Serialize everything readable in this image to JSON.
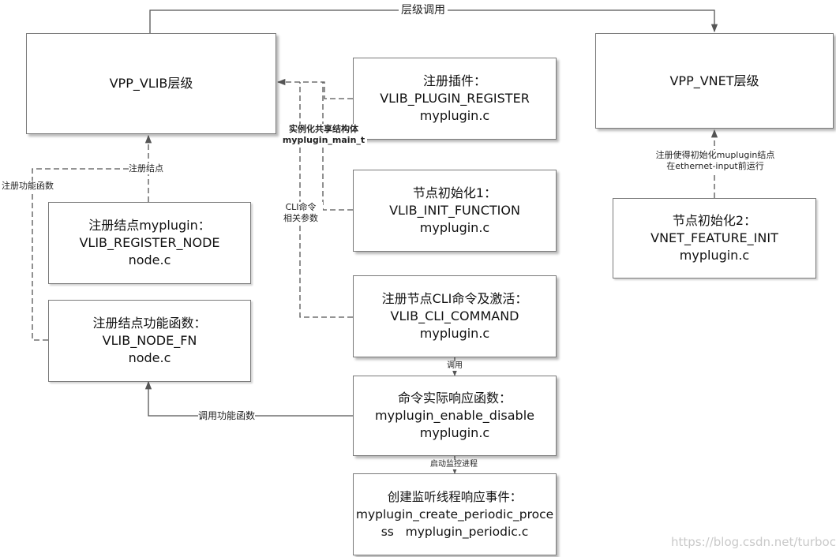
{
  "boxes": {
    "vlib_layer": {
      "lines": [
        "VPP_VLIB层级"
      ]
    },
    "vnet_layer": {
      "lines": [
        "VPP_VNET层级"
      ]
    },
    "register_plugin": {
      "lines": [
        "注册插件：",
        "VLIB_PLUGIN_REGISTER",
        "myplugin.c"
      ]
    },
    "node_init_1": {
      "lines": [
        "节点初始化1：",
        "VLIB_INIT_FUNCTION",
        "myplugin.c"
      ]
    },
    "register_node": {
      "lines": [
        "注册结点myplugin：",
        "VLIB_REGISTER_NODE",
        "node.c"
      ]
    },
    "node_function": {
      "lines": [
        "注册结点功能函数：",
        "VLIB_NODE_FN",
        "node.c"
      ]
    },
    "cli_command": {
      "lines": [
        "注册节点CLI命令及激活：",
        "VLIB_CLI_COMMAND",
        "myplugin.c"
      ]
    },
    "response_function": {
      "lines": [
        "命令实际响应函数：",
        "myplugin_enable_disable",
        "myplugin.c"
      ]
    },
    "periodic_process": {
      "lines": [
        "创建监听线程响应事件：",
        "myplugin_create_periodic_proce",
        "ss   myplugin_periodic.c"
      ]
    },
    "node_init_2": {
      "lines": [
        "节点初始化2：",
        "VNET_FEATURE_INIT",
        "myplugin.c"
      ]
    }
  },
  "labels": {
    "layer_call": "层级调用",
    "shared_struct_1": "实例化共享结构体",
    "shared_struct_2": "myplugin_main_t",
    "register_node_short": "注册结点",
    "register_function": "注册功能函数",
    "cli_params_1": "CLI命令",
    "cli_params_2": "相关参数",
    "call_short": "调用",
    "call_function": "调用功能函数",
    "start_monitor": "启动监控进程",
    "feature_1": "注册使得初始化muplugin结点",
    "feature_2": "在ethernet-input前运行"
  },
  "watermark": "https://blog.csdn.net/turbock"
}
